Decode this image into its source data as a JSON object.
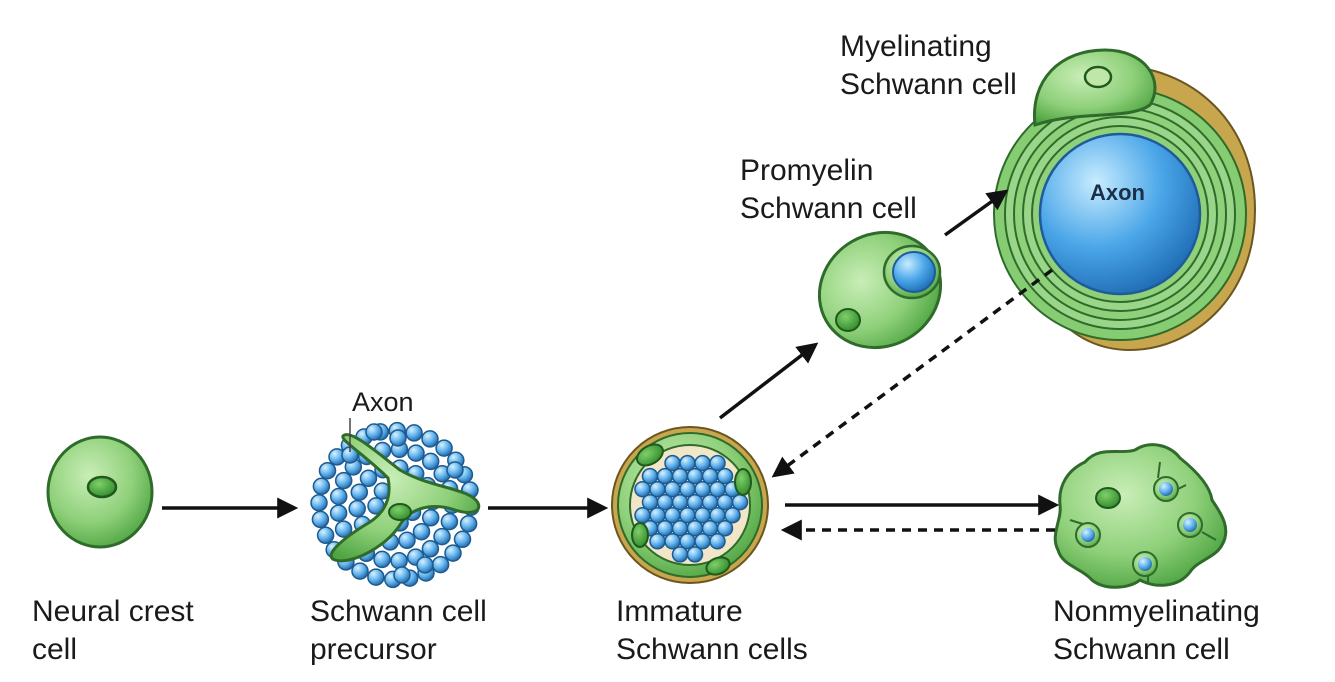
{
  "labels": {
    "neural_crest": [
      "Neural crest",
      "cell"
    ],
    "precursor": [
      "Schwann cell",
      "precursor"
    ],
    "precursor_axon": "Axon",
    "immature": [
      "Immature",
      "Schwann cells"
    ],
    "promyelin": [
      "Promyelin",
      "Schwann cell"
    ],
    "myelinating": [
      "Myelinating",
      "Schwann cell"
    ],
    "myelin_axon": "Axon",
    "nonmyelinating": [
      "Nonmyelinating",
      "Schwann cell"
    ]
  },
  "colors": {
    "cell_fill": "#8fd07a",
    "cell_dark": "#4aa43c",
    "cell_outline": "#2f6b2a",
    "membrane_outer": "#b89a3a",
    "axon_blue": "#3b8fd6",
    "arrow": "#111111"
  }
}
